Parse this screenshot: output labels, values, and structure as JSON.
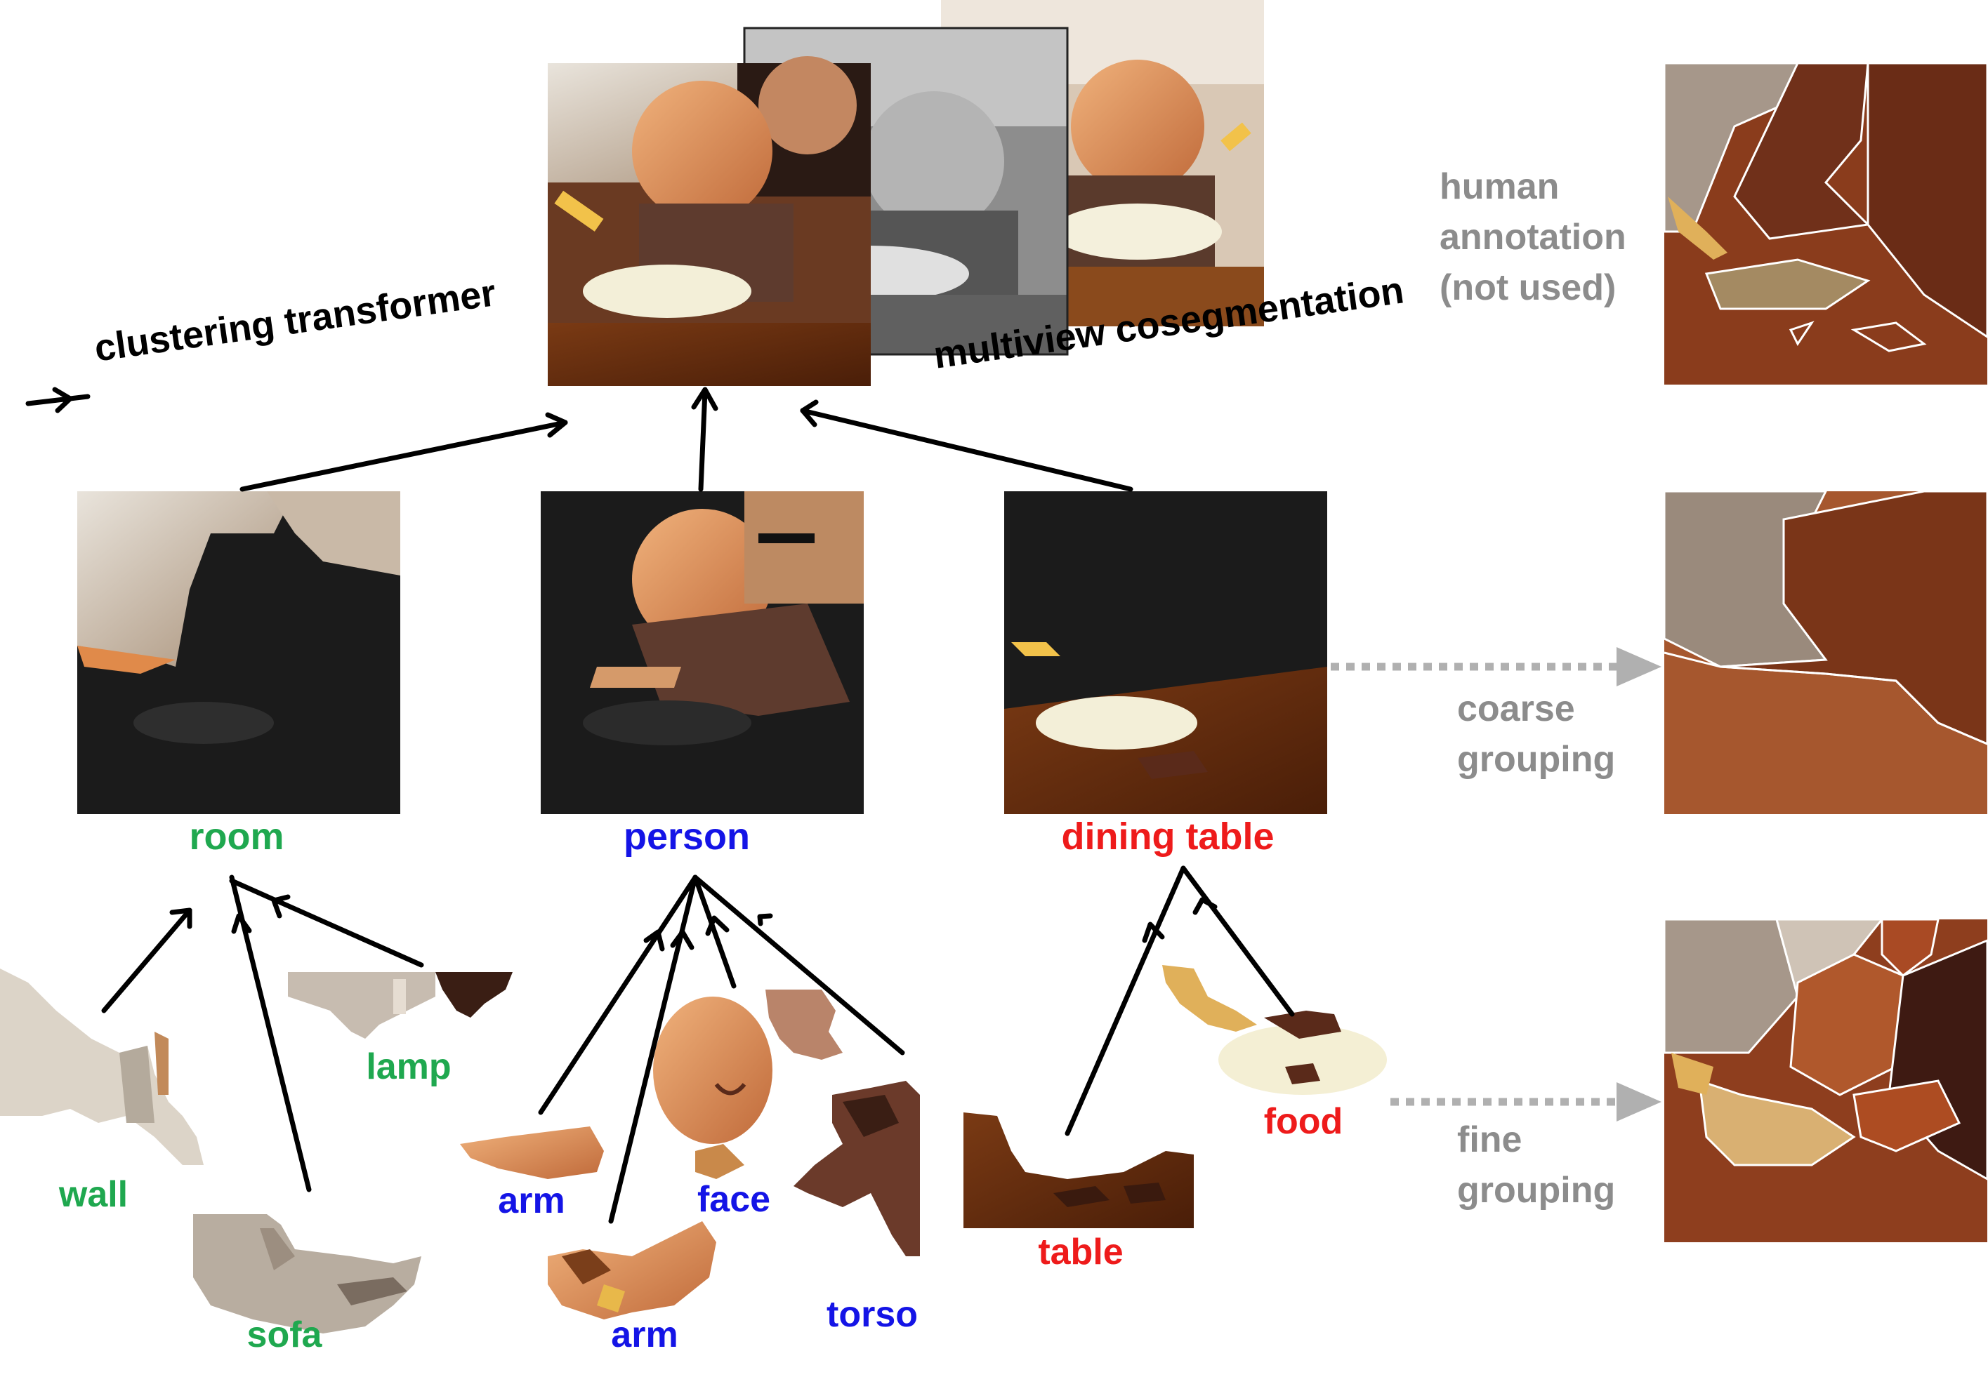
{
  "colors": {
    "room": "#1fa84f",
    "person": "#1414e6",
    "dining_table": "#ee1b1b",
    "annotation_text": "#8c8c8c",
    "arrow": "#000000",
    "grouping_arrow": "#b0b0b0"
  },
  "legend": {
    "clustering_transformer": "clustering transformer",
    "multiview_cosegmentation": "multiview cosegmentation"
  },
  "side_labels": {
    "human_annotation": [
      "human",
      "annotation",
      "(not used)"
    ],
    "coarse_grouping": [
      "coarse",
      "grouping"
    ],
    "fine_grouping": [
      "fine",
      "grouping"
    ]
  },
  "nodes": {
    "room": "room",
    "person": "person",
    "dining_table": "dining table"
  },
  "parts": {
    "wall": "wall",
    "sofa": "sofa",
    "lamp": "lamp",
    "arm_left": "arm",
    "arm_bottom": "arm",
    "face": "face",
    "torso": "torso",
    "table": "table",
    "food": "food"
  }
}
